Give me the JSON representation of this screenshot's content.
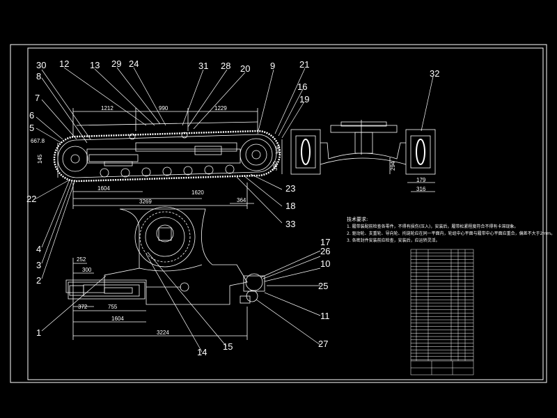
{
  "callouts": {
    "n30": "30",
    "n8": "8",
    "n12": "12",
    "n13": "13",
    "n29": "29",
    "n24": "24",
    "n31": "31",
    "n28": "28",
    "n20": "20",
    "n9": "9",
    "n21": "21",
    "n16": "16",
    "n19": "19",
    "n7": "7",
    "n6": "6",
    "n5": "5",
    "n22": "22",
    "n4": "4",
    "n3": "3",
    "n2": "2",
    "n1": "1",
    "n14": "14",
    "n15": "15",
    "n23": "23",
    "n18": "18",
    "n33": "33",
    "n32": "32",
    "n17": "17",
    "n26": "26",
    "n10": "10",
    "n25": "25",
    "n11": "11",
    "n27": "27"
  },
  "dimensions": {
    "d1212": "1212",
    "d990": "990",
    "d1229": "1229",
    "d667": "667.8",
    "d145": "145",
    "d1604a": "1604",
    "d1620": "1620",
    "d3269": "3269",
    "d364": "364",
    "d252": "252",
    "d300": "300",
    "d372": "372",
    "d755": "755",
    "d1604b": "1604",
    "d3224": "3224",
    "d179": "179",
    "d316": "316",
    "d294": "294",
    "d305": "305",
    "d360": "360"
  },
  "notes": {
    "title": "技术要求:",
    "line1": "1. 履带装配前检查各零件，不得有损伤(压入)，安装后，履带松紧程度符合不得有卡滞现象。",
    "line2": "2. 驱动轮、支重轮、导向轮、托链轮应在同一平面内，轮组中心平面与履带中心平面应重合，偏差不大于2mm。",
    "line3": "3. 各密封件安装前应检查，安装后，应运转灵活。"
  },
  "colors": {
    "background": "#000000",
    "line": "#ffffff"
  }
}
